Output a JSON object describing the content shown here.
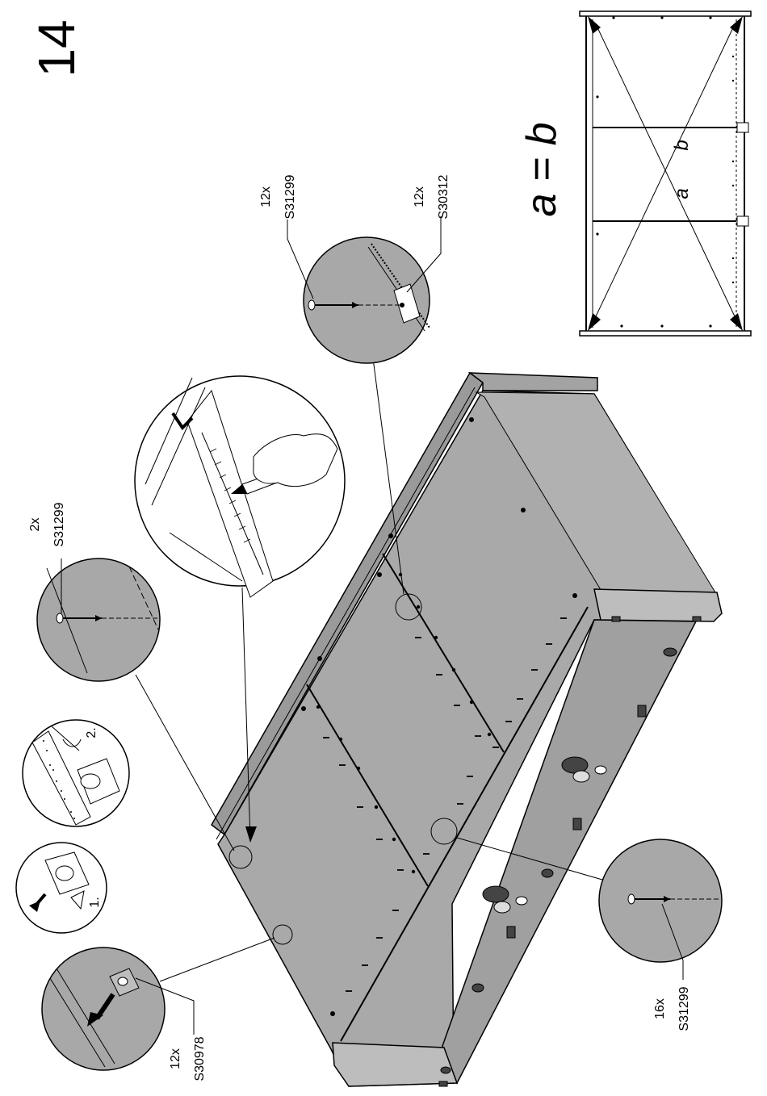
{
  "step": {
    "number": "14",
    "equation": "a = b",
    "diagonal_a": "a",
    "diagonal_b": "b"
  },
  "callouts": {
    "nail_small": {
      "qty": "2x",
      "part": "S31299"
    },
    "nail_top": {
      "qty": "12x",
      "part": "S31299"
    },
    "bracket_top": {
      "qty": "12x",
      "part": "S30312"
    },
    "nail_bottom": {
      "qty": "16x",
      "part": "S31299"
    },
    "cam_block": {
      "qty": "12x",
      "part": "S30978"
    },
    "cam_steps": {
      "step1": "1.",
      "step2": "2."
    }
  },
  "colors": {
    "panel": "#a9a9a9",
    "panel_dark": "#8f8f8f",
    "line": "#000000",
    "circle_fill": "#a8a8a8",
    "white": "#ffffff"
  }
}
